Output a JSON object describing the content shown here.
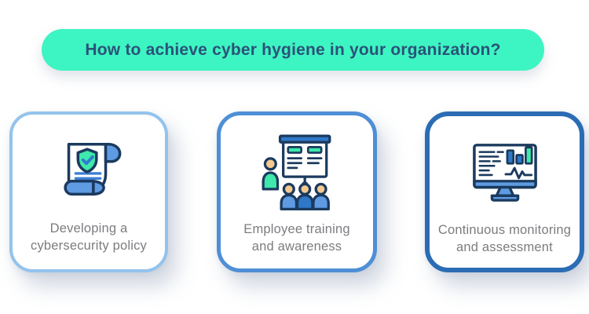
{
  "header": {
    "title": "How to achieve cyber hygiene in your organization?",
    "background_color": "#3DF5C2",
    "text_color": "#2B5278"
  },
  "cards": [
    {
      "icon": "policy-scroll-icon",
      "label_line1": "Developing a",
      "label_line2": "cybersecurity policy",
      "border_color": "#93C3EC"
    },
    {
      "icon": "training-presentation-icon",
      "label_line1": "Employee training",
      "label_line2": "and awareness",
      "border_color": "#4E8FD6"
    },
    {
      "icon": "monitoring-dashboard-icon",
      "label_line1": "Continuous monitoring",
      "label_line2": "and assessment",
      "border_color": "#2B6CB4"
    }
  ],
  "colors": {
    "pill_mint": "#3DF5C2",
    "mint_green": "#3EE9AB",
    "navy_outline": "#1B3A5E",
    "navy_text": "#2B5278",
    "icon_blue": "#5E9BE2",
    "deep_blue": "#2F78C8",
    "line_blue": "#3B7FD4",
    "check_blue": "#2E7CCB",
    "skin_tone": "#F5C98F",
    "label_gray": "#7C7C80",
    "card_background": "#FFFFFF"
  }
}
